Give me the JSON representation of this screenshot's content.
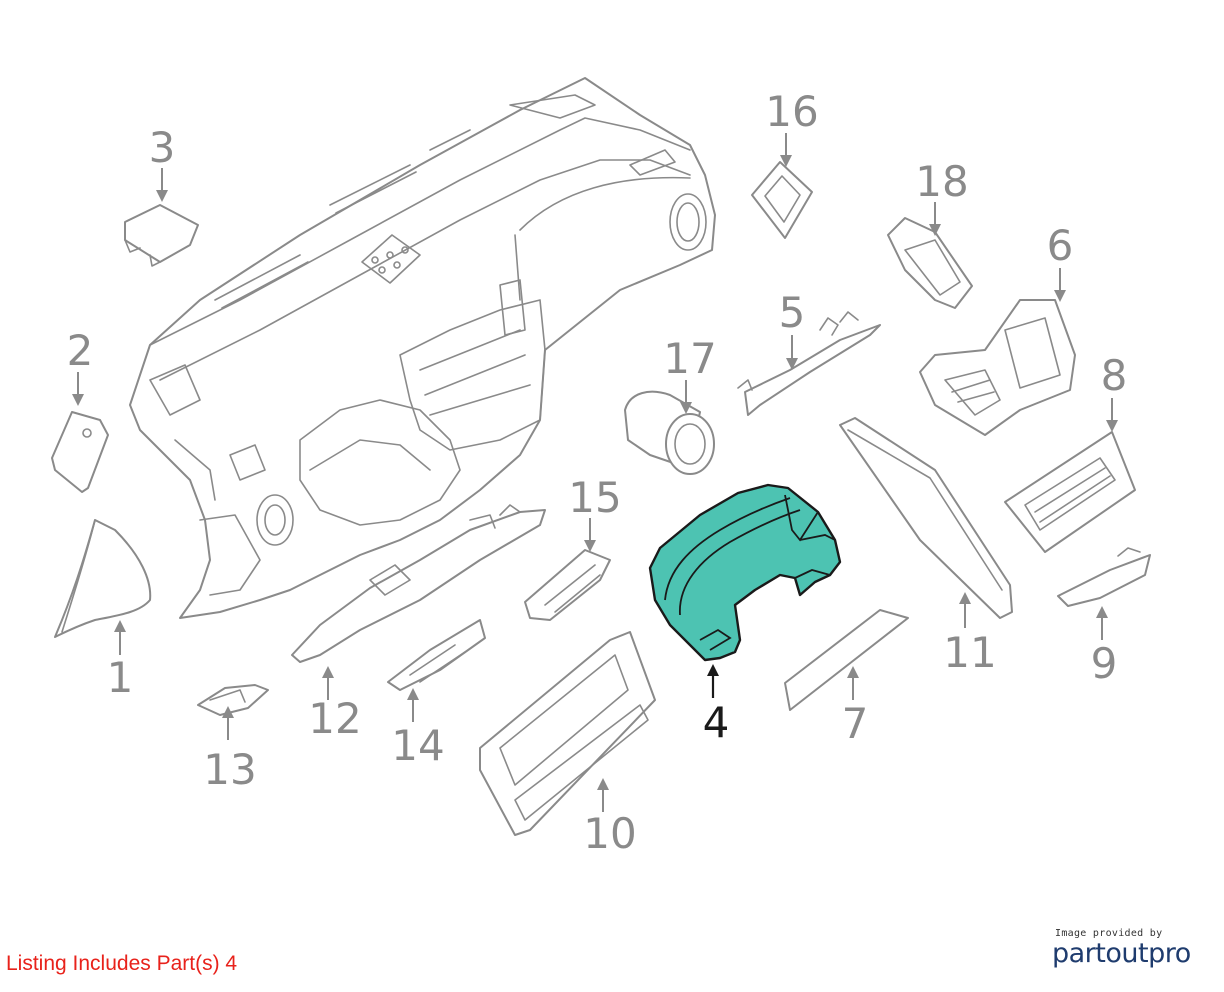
{
  "callouts": [
    {
      "id": "1",
      "label": "1",
      "highlighted": false
    },
    {
      "id": "2",
      "label": "2",
      "highlighted": false
    },
    {
      "id": "3",
      "label": "3",
      "highlighted": false
    },
    {
      "id": "4",
      "label": "4",
      "highlighted": true
    },
    {
      "id": "5",
      "label": "5",
      "highlighted": false
    },
    {
      "id": "6",
      "label": "6",
      "highlighted": false
    },
    {
      "id": "7",
      "label": "7",
      "highlighted": false
    },
    {
      "id": "8",
      "label": "8",
      "highlighted": false
    },
    {
      "id": "9",
      "label": "9",
      "highlighted": false
    },
    {
      "id": "10",
      "label": "10",
      "highlighted": false
    },
    {
      "id": "11",
      "label": "11",
      "highlighted": false
    },
    {
      "id": "12",
      "label": "12",
      "highlighted": false
    },
    {
      "id": "13",
      "label": "13",
      "highlighted": false
    },
    {
      "id": "14",
      "label": "14",
      "highlighted": false
    },
    {
      "id": "15",
      "label": "15",
      "highlighted": false
    },
    {
      "id": "16",
      "label": "16",
      "highlighted": false
    },
    {
      "id": "17",
      "label": "17",
      "highlighted": false
    },
    {
      "id": "18",
      "label": "18",
      "highlighted": false
    }
  ],
  "colors": {
    "highlight_fill": "#4dc3b2",
    "line_gray": "#8a8a8a",
    "listing_red": "#e8221b",
    "brand_blue": "#1f3c6e"
  },
  "footer": {
    "listing_text": "Listing Includes Part(s) 4",
    "credit_small": "Image provided by",
    "credit_brand": "partoutpro"
  }
}
